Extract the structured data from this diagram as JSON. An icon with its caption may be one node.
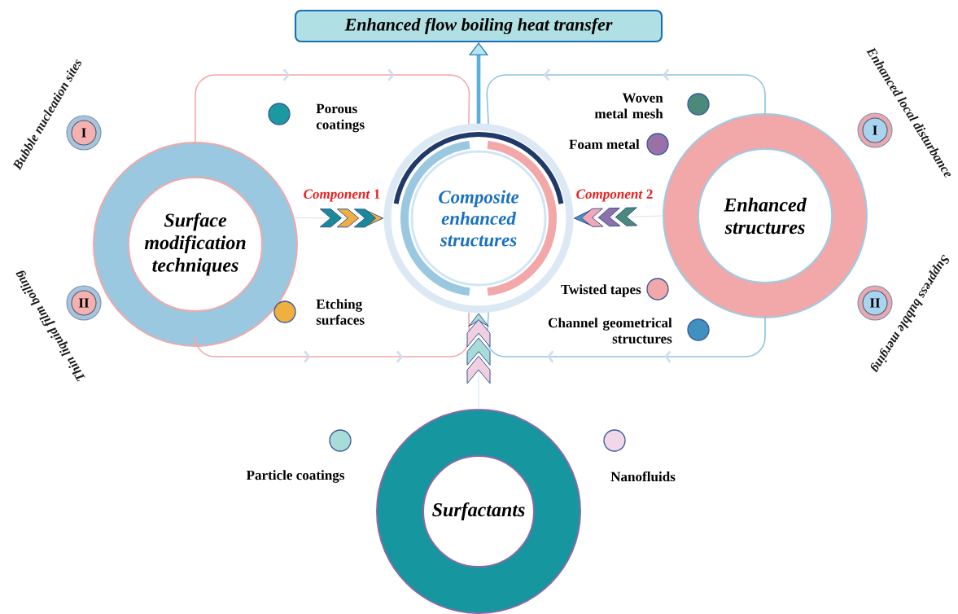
{
  "diagram": {
    "nodes": [
      {
        "text": [
          "Enhanced flow boiling heat transfer"
        ]
      },
      {
        "text": [
          "Surface modification techniques"
        ]
      },
      {
        "text": [
          "Composite enhanced structures"
        ]
      },
      {
        "text": [
          "Enhanced structures"
        ]
      },
      {
        "text": [
          "Surfactants"
        ]
      },
      {
        "text": [
          "I"
        ]
      },
      {
        "text": [
          "II"
        ]
      },
      {
        "text": [
          "I"
        ]
      },
      {
        "text": [
          "II"
        ]
      }
    ],
    "edges": [
      {
        "from": 1,
        "to": 2,
        "arrow": "to",
        "color": "#f2a8a8"
      },
      {
        "from": 1,
        "to": 2,
        "arrow": "to",
        "color": "#f2a8a8"
      },
      {
        "from": 1,
        "to": 2,
        "arrow": "to",
        "label": "*Component* 1"
      },
      {
        "from": 3,
        "to": 2,
        "arrow": "to",
        "color": "#8ec4e0"
      },
      {
        "from": 3,
        "to": 2,
        "arrow": "to",
        "color": "#8ec4e0"
      },
      {
        "from": 3,
        "to": 2,
        "arrow": "to",
        "label": "*Component* 2"
      },
      {
        "from": 4,
        "to": 2,
        "arrow": "to"
      },
      {
        "from": 2,
        "to": 0,
        "arrow": "to",
        "style": "thick",
        "color": "#5ab0dc"
      }
    ],
    "labels": [
      "Bubble nucleation sites",
      "Thin liquid film boiling",
      "Enhanced local disturbance",
      "Suppress bubble merging"
    ],
    "legend": [
      {
        "text": "Porous coatings",
        "color": "#1a9aa0"
      },
      {
        "text": "Etching surfaces",
        "color": "#f0b040"
      },
      {
        "text": "Woven metal mesh",
        "color": "#4a8a7a"
      },
      {
        "text": "Foam metal",
        "color": "#9a70a8"
      },
      {
        "text": "Twisted tapes",
        "color": "#f2a8a8"
      },
      {
        "text": "Channel geometrical structures",
        "color": "#4090c0"
      },
      {
        "text": "Particle coatings",
        "color": "#a8dcd8"
      },
      {
        "text": "Nanofluids",
        "color": "#f0d8e8"
      }
    ]
  }
}
